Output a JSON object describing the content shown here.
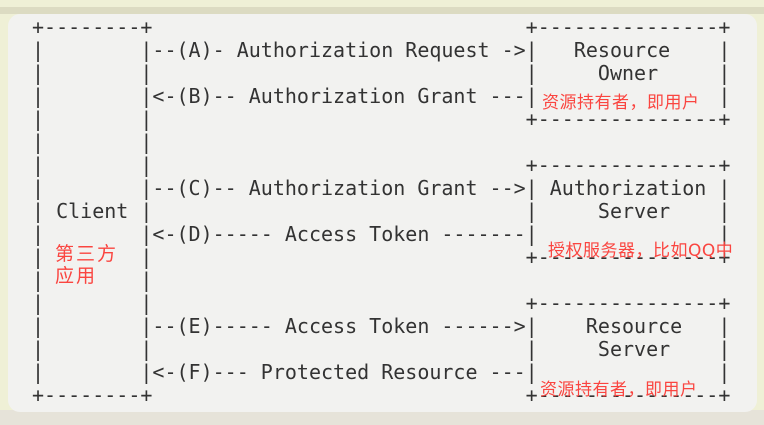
{
  "colors": {
    "page_background": "#eff0d6",
    "divider_band": "#dcdbc2",
    "card_background": "#f2f2f0",
    "below_section_background": "#e6e3d9",
    "diagram_text": "#333333",
    "annotation_red": "#fa4540"
  },
  "diagram": {
    "type": "ascii-flow",
    "ascii_lines": [
      "+--------+                               +---------------+",
      "|        |--(A)- Authorization Request ->|   Resource    |",
      "|        |                               |     Owner     |",
      "|        |<-(B)-- Authorization Grant ---|               |",
      "|        |                               +---------------+",
      "|        |",
      "|        |                               +---------------+",
      "|        |--(C)-- Authorization Grant -->| Authorization |",
      "| Client |                               |     Server    |",
      "|        |<-(D)----- Access Token -------|               |",
      "|        |                               +---------------+",
      "|        |",
      "|        |                               +---------------+",
      "|        |--(E)----- Access Token ------>|    Resource   |",
      "|        |                               |     Server    |",
      "|        |<-(F)--- Protected Resource ---|               |",
      "+--------+                               +---------------+"
    ],
    "entities": [
      {
        "name": "Client"
      },
      {
        "name": "Resource Owner"
      },
      {
        "name": "Authorization Server"
      },
      {
        "name": "Resource Server"
      }
    ],
    "steps": [
      {
        "id": "A",
        "label": "Authorization Request",
        "from": "Client",
        "to": "Resource Owner"
      },
      {
        "id": "B",
        "label": "Authorization Grant",
        "from": "Resource Owner",
        "to": "Client"
      },
      {
        "id": "C",
        "label": "Authorization Grant",
        "from": "Client",
        "to": "Authorization Server"
      },
      {
        "id": "D",
        "label": "Access Token",
        "from": "Authorization Server",
        "to": "Client"
      },
      {
        "id": "E",
        "label": "Access Token",
        "from": "Client",
        "to": "Resource Server"
      },
      {
        "id": "F",
        "label": "Protected Resource",
        "from": "Resource Server",
        "to": "Client"
      }
    ]
  },
  "annotations": {
    "resource_owner": "资源持有者，即用户",
    "auth_server": "授权服务器，比如QQ中",
    "resource_server": "资源持有者，即用户",
    "client_line1": "第三方",
    "client_line2": "应用"
  }
}
